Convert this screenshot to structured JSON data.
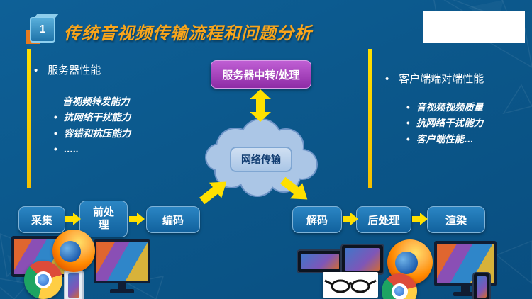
{
  "slide": {
    "badge_number": "1",
    "title": "传统音视频传输流程和问题分析"
  },
  "server_panel": {
    "heading": "服务器性能",
    "items": [
      "音视频转发能力",
      "抗网络干扰能力",
      "容错和抗压能力",
      "….."
    ]
  },
  "client_panel": {
    "heading": "客户端端对端性能",
    "items": [
      "音视频视频质量",
      "抗网络干扰能力",
      "客户端性能…"
    ]
  },
  "diagram": {
    "server_node": "服务器中转/处理",
    "network_node": "网络传输"
  },
  "pipeline": {
    "steps": [
      "采集",
      "前处理",
      "编码",
      "解码",
      "后处理",
      "渲染"
    ]
  },
  "colors": {
    "background": "#0b5689",
    "title_orange": "#f9a51a",
    "accent_yellow": "#ffe000",
    "server_node_purple": "#a23bb8",
    "pipeline_blue": "#1a79ba",
    "cloud_blue": "#abc6e6"
  },
  "decor_icons": [
    "firefox-icon",
    "chrome-icon",
    "desktop-computer",
    "smartphone",
    "tablet",
    "smart-glasses"
  ]
}
